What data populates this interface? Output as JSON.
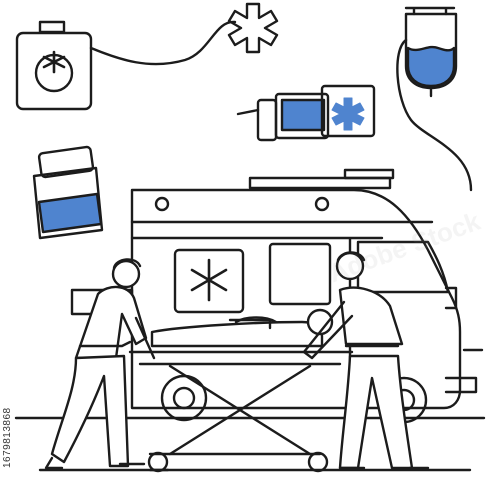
{
  "image": {
    "stock_id": "1679813868",
    "watermark": "Adobe Stock",
    "colors": {
      "line": "#1c1c1c",
      "accent": "#4f84cf",
      "background": "#ffffff"
    },
    "elements": {
      "ambulance": "ambulance-van",
      "stretcher": "stretcher-with-patient",
      "paramedics": [
        "paramedic-left",
        "paramedic-right"
      ],
      "icons": [
        "medical-cross-bag-icon",
        "medical-star-icon",
        "iv-drip-bag-icon",
        "battery-defibrillator-icon",
        "medicine-jar-icon"
      ]
    }
  }
}
